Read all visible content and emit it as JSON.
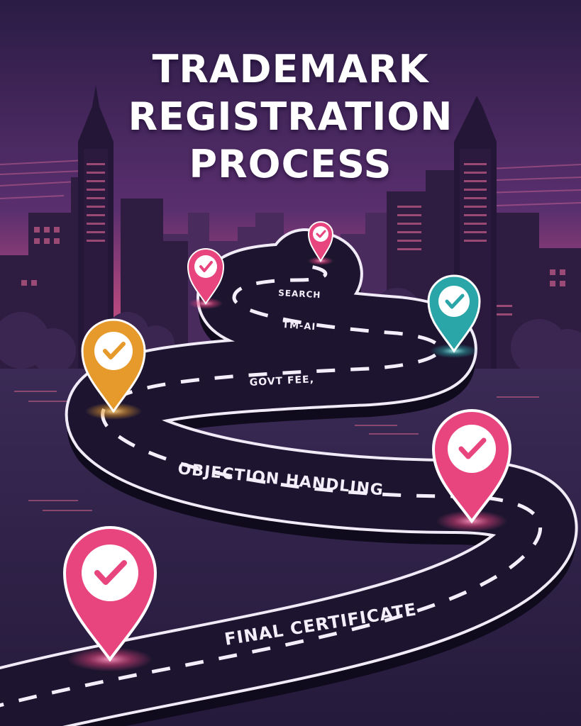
{
  "title_lines": [
    "TRADEMARK",
    "REGISTRATION",
    "PROCESS"
  ],
  "road_labels": {
    "search": "SEARCH",
    "tm_ai": "TM-AI",
    "govt_fee": "GOVT FEE,",
    "objection": "OBJECTION HANDLING",
    "final": "FINAL CERTIFICATE"
  },
  "colors": {
    "sky_top": "#2c1d47",
    "sky_glow": "#b2477e",
    "road": "#1d1530",
    "road_edge": "#f1eaf7",
    "pin_pink": "#e8457f",
    "pin_orange": "#e79a2c",
    "pin_teal": "#2ba6a8"
  },
  "icons": {
    "pin": "map-pin-icon",
    "check": "checkmark-icon"
  }
}
